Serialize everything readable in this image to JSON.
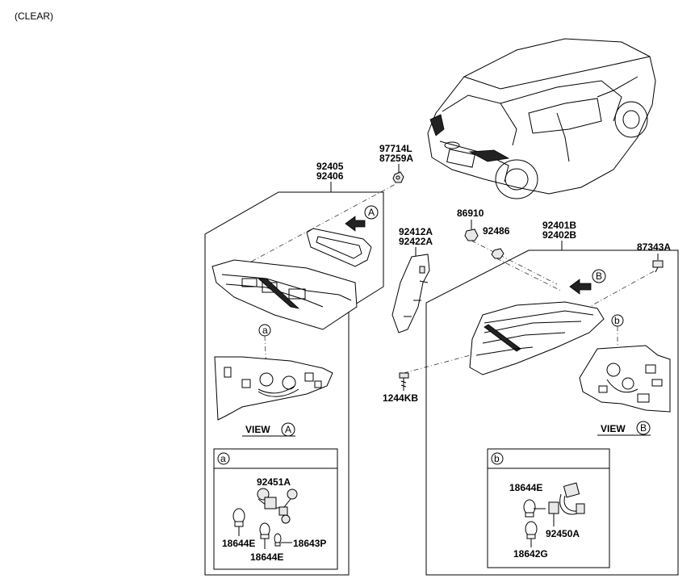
{
  "header": {
    "note": "(CLEAR)"
  },
  "callouts": {
    "c97714L": "97714L",
    "c87259A": "87259A",
    "c92405": "92405",
    "c92406": "92406",
    "c92412A": "92412A",
    "c92422A": "92422A",
    "c86910": "86910",
    "c92486": "92486",
    "c92401B": "92401B",
    "c92402B": "92402B",
    "c87343A": "87343A",
    "c1244KB": "1244KB"
  },
  "views": {
    "view_word": "VIEW",
    "marker_A": "A",
    "marker_B": "B",
    "marker_a": "a",
    "marker_b": "b"
  },
  "detail_a": {
    "tag": "a",
    "c92451A": "92451A",
    "c18644E_1": "18644E",
    "c18644E_2": "18644E",
    "c18643P": "18643P"
  },
  "detail_b": {
    "tag": "b",
    "c18644E": "18644E",
    "c92450A": "92450A",
    "c18642G": "18642G"
  }
}
